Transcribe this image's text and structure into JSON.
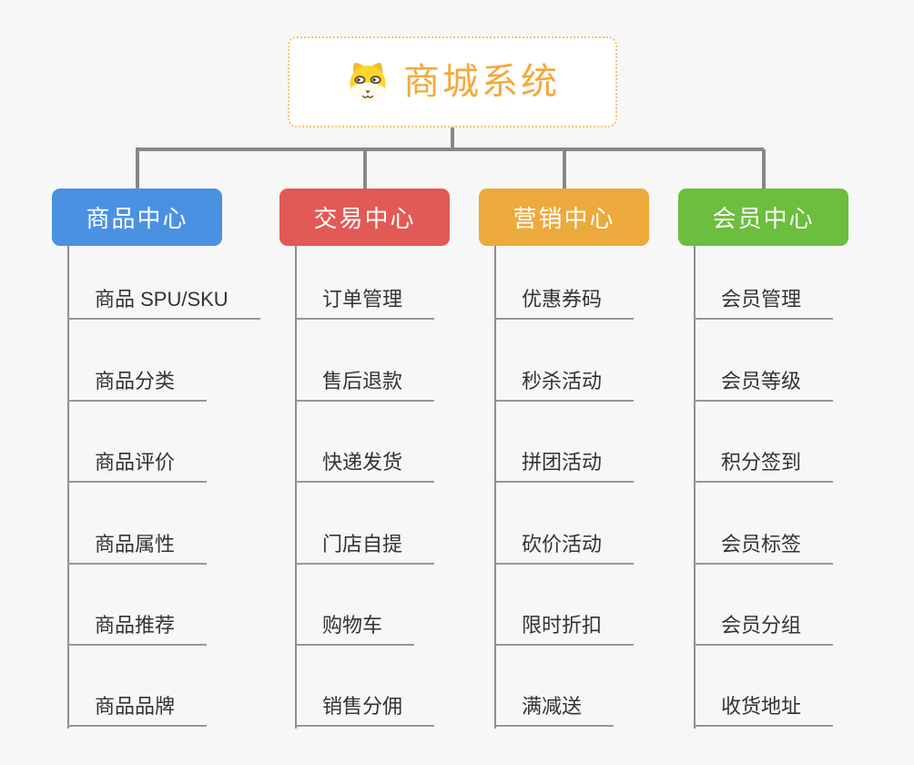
{
  "page": {
    "background_color": "#f7f7f7"
  },
  "root": {
    "title": "商城系统",
    "icon": "dog-face-icon",
    "title_color": "#f2a93c",
    "border_color": "#f3c272"
  },
  "connector_color": "#878787",
  "branches": [
    {
      "label": "商品中心",
      "color": "#4b91e2",
      "children": [
        "商品 SPU/SKU",
        "商品分类",
        "商品评价",
        "商品属性",
        "商品推荐",
        "商品品牌"
      ]
    },
    {
      "label": "交易中心",
      "color": "#e25a55",
      "children": [
        "订单管理",
        "售后退款",
        "快递发货",
        "门店自提",
        "购物车",
        "销售分佣"
      ]
    },
    {
      "label": "营销中心",
      "color": "#ecaa3d",
      "children": [
        "优惠券码",
        "秒杀活动",
        "拼团活动",
        "砍价活动",
        "限时折扣",
        "满减送"
      ]
    },
    {
      "label": "会员中心",
      "color": "#6cbe3e",
      "children": [
        "会员管理",
        "会员等级",
        "积分签到",
        "会员标签",
        "会员分组",
        "收货地址"
      ]
    }
  ]
}
